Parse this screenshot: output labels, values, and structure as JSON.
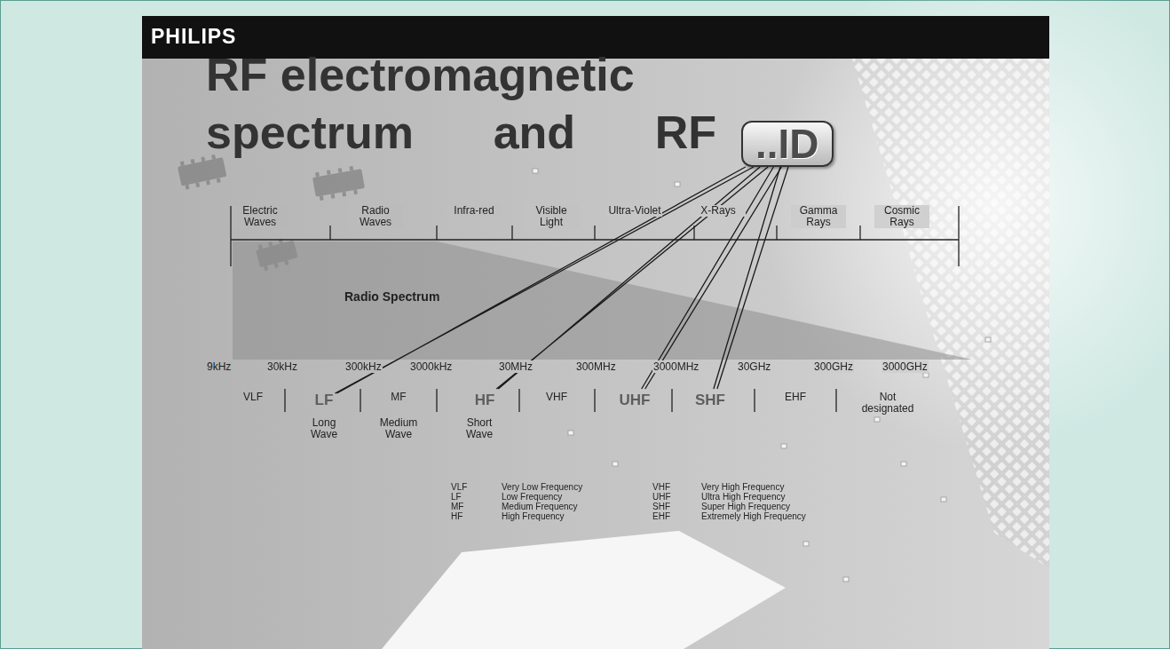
{
  "diagram": {
    "title": "RF electromagnetic spectrum and RF",
    "nodes": [
      {
        "text": [
          "..ID"
        ]
      },
      {
        "text": [
          "LF"
        ]
      },
      {
        "text": [
          "HF"
        ]
      },
      {
        "text": [
          "UHF"
        ]
      },
      {
        "text": [
          "SHF"
        ]
      }
    ],
    "edges": [
      {
        "from": 0,
        "to": 1,
        "arrow": "none"
      },
      {
        "from": 0,
        "to": 2,
        "arrow": "none"
      },
      {
        "from": 0,
        "to": 3,
        "arrow": "none"
      },
      {
        "from": 0,
        "to": 4,
        "arrow": "none"
      }
    ],
    "labels": [
      "Electric Waves",
      "Radio Waves",
      "Infra-red",
      "Visible Light",
      "Ultra-Violet",
      "X-Rays",
      "Gamma Rays",
      "Cosmic Rays",
      "Radio Spectrum",
      "9kHz",
      "30kHz",
      "300kHz",
      "3000kHz",
      "30MHz",
      "300MHz",
      "3000MHz",
      "30GHz",
      "300GHz",
      "3000GHz",
      "VLF",
      "MF",
      "VHF",
      "EHF",
      "Not designated",
      "Long Wave",
      "Medium Wave",
      "Short Wave",
      "VLF",
      "Very Low Frequency",
      "LF",
      "Low Frequency",
      "MF",
      "Medium Frequency",
      "HF",
      "High Frequency",
      "VHF",
      "Very High Frequency",
      "UHF",
      "Ultra High Frequency",
      "SHF",
      "Super High Frequency",
      "EHF",
      "Extremely High Frequency",
      "PHILIPS"
    ]
  }
}
